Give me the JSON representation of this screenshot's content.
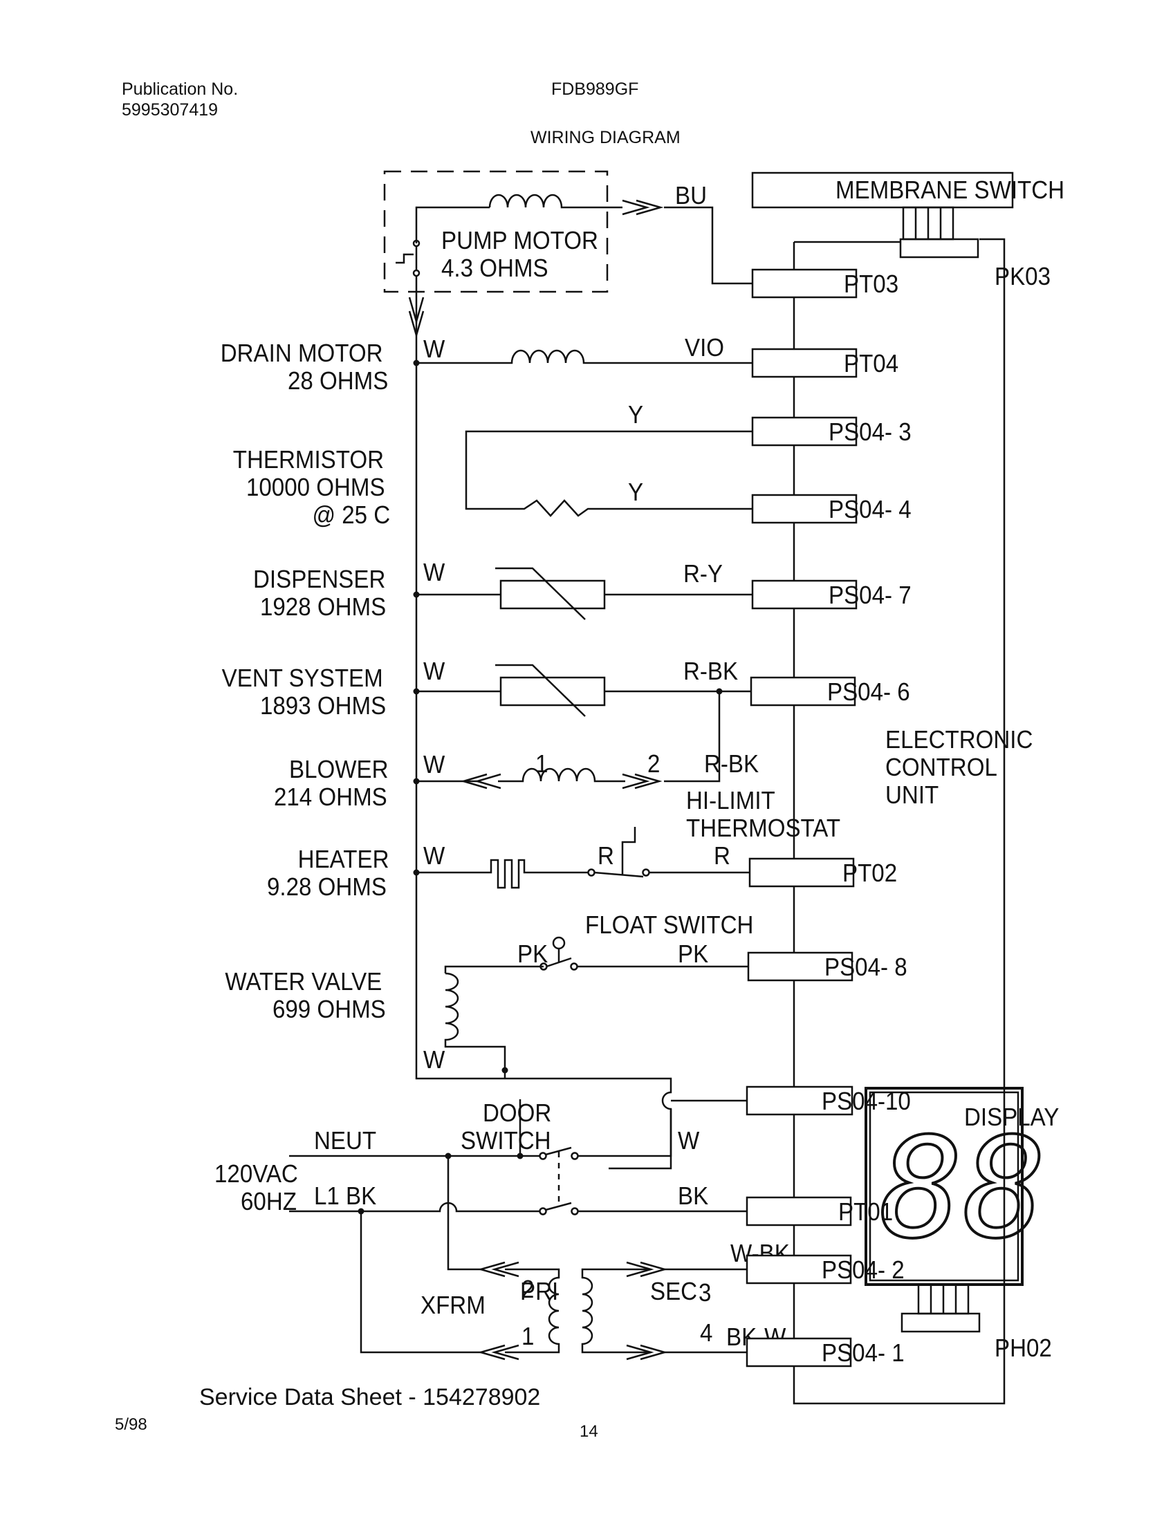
{
  "header": {
    "publication_label": "Publication No.",
    "publication_number": "5995307419",
    "model": "FDB989GF",
    "title": "WIRING DIAGRAM"
  },
  "footer": {
    "service_sheet": "Service Data Sheet - 154278902",
    "date": "5/98",
    "page_number": "14"
  },
  "components": {
    "pump_motor": {
      "name": "PUMP MOTOR",
      "resistance": "4.3 OHMS"
    },
    "drain_motor": {
      "name": "DRAIN MOTOR",
      "resistance": "28 OHMS"
    },
    "thermistor": {
      "name": "THERMISTOR",
      "resistance": "10000 OHMS",
      "condition": "@ 25 C"
    },
    "dispenser": {
      "name": "DISPENSER",
      "resistance": "1928 OHMS"
    },
    "vent_system": {
      "name": "VENT SYSTEM",
      "resistance": "1893 OHMS"
    },
    "blower": {
      "name": "BLOWER",
      "resistance": "214 OHMS"
    },
    "heater": {
      "name": "HEATER",
      "resistance": "9.28 OHMS"
    },
    "water_valve": {
      "name": "WATER VALVE",
      "resistance": "699 OHMS"
    },
    "hi_limit": {
      "line1": "HI-LIMIT",
      "line2": "THERMOSTAT"
    },
    "float_switch": "FLOAT SWITCH",
    "door_switch": {
      "line1": "DOOR",
      "line2": "SWITCH"
    },
    "transformer": {
      "name": "XFRM",
      "primary": "PRI",
      "secondary": "SEC"
    },
    "membrane_switch": "MEMBRANE SWITCH",
    "display": "DISPLAY",
    "display_digits": "88",
    "control_unit": {
      "line1": "ELECTRONIC",
      "line2": "CONTROL",
      "line3": "UNIT"
    },
    "power": {
      "voltage": "120VAC",
      "frequency": "60HZ",
      "neutral": "NEUT",
      "line": "L1 BK"
    }
  },
  "connectors": {
    "pt03": "PT03",
    "pk03": "PK03",
    "pt04": "PT04",
    "ps04_3": "PS04- 3",
    "ps04_4": "PS04- 4",
    "ps04_7": "PS04- 7",
    "ps04_6": "PS04- 6",
    "pt02": "PT02",
    "ps04_8": "PS04- 8",
    "ps04_10": "PS04-10",
    "pt01": "PT01",
    "ps04_2": "PS04- 2",
    "ps04_1": "PS04- 1",
    "ph02": "PH02"
  },
  "wire_colors": {
    "bu": "BU",
    "vio": "VIO",
    "y_top": "Y",
    "y_bottom": "Y",
    "r_y": "R-Y",
    "r_bk_vent": "R-BK",
    "r_bk_blower": "R-BK",
    "r_heater_left": "R",
    "r_heater_right": "R",
    "pk_left": "PK",
    "pk_right": "PK",
    "w_drain": "W",
    "w_dispenser": "W",
    "w_vent": "W",
    "w_blower": "W",
    "w_heater": "W",
    "w_valve": "W",
    "w_door": "W",
    "bk": "BK",
    "w_bk": "W-BK",
    "bk_w": "BK-W"
  },
  "terminals": {
    "blower_1": "1",
    "blower_2": "2",
    "pri_2": "2",
    "pri_1": "1",
    "sec_3": "3",
    "sec_4": "4"
  }
}
